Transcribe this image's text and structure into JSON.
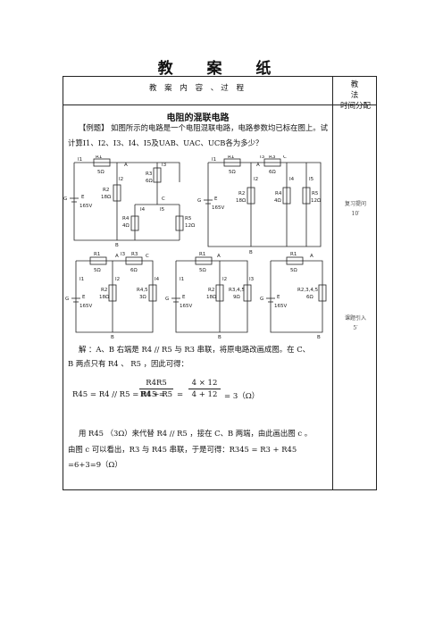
{
  "page_title": "教 案 纸",
  "table": {
    "head_left": "教 案 内 容 、过 程",
    "head_right_l1": "教 法",
    "head_right_l2": "时间分配"
  },
  "section_title": "电阻的混联电路",
  "paragraphs": {
    "p1": "【例题】 如图所示的电路是一个电阻混联电路，电路参数均已标在图上。试计算I1、I2、I3、I4、I5及UAB、UAC、UCB各为多少？",
    "p2": "解 ：A、B 右端是 R4 // R5 与 R3 串联，将原电路改画成图。在 C、",
    "p3": "B 两点只有 R4 、 R5 ，因此可得：",
    "p4": "用 R45 （3Ω）来代替 R4 // R5 ，接在 C、B 两端，由此画出图 c 。",
    "p5": "由图 c 可以看出，R3 与 R45 串联，于是可得：R345 = R3 + R45 =6+3=9（Ω）"
  },
  "formula": {
    "lhs": "R45 = R4 // R5 = R45 =",
    "frac1_num": "R4R5",
    "frac1_den": "R4 + R5",
    "eq": "=",
    "frac2_num": "4 × 12",
    "frac2_den": "4 + 12",
    "rhs": "= 3（Ω）"
  },
  "side_notes": {
    "n1_l1": "复习提问",
    "n1_l2": "10′",
    "n2_l1": "课题引入",
    "n2_l2": "5′"
  },
  "circuit_labels": {
    "c1": {
      "i1": "I1",
      "r1": "R1",
      "r1v": "5Ω",
      "a": "A",
      "i2": "I2",
      "r2": "R2",
      "r2v": "18Ω",
      "r3": "R3",
      "r3v": "6Ω",
      "i3": "I3",
      "r4": "R4",
      "r4v": "4Ω",
      "i4": "I4",
      "r5": "R5",
      "r5v": "12Ω",
      "i5": "I5",
      "g": "G",
      "e": "E",
      "ev": "165V",
      "b": "B",
      "c": "C"
    },
    "c2": {
      "i1": "I1",
      "r1": "R1",
      "r1v": "5Ω",
      "a": "A",
      "i3": "I3",
      "r3": "R3",
      "r3v": "6Ω",
      "c": "C",
      "i2": "I2",
      "r2": "R2",
      "r2v": "18Ω",
      "i4": "I4",
      "r4": "R4",
      "r4v": "4Ω",
      "i5": "I5",
      "r5": "R5",
      "r5v": "12Ω",
      "g": "G",
      "e": "E",
      "ev": "165V",
      "b": "B"
    },
    "c3": {
      "r1": "R1",
      "r1v": "5Ω",
      "a": "A",
      "i3": "I3",
      "r3": "R3",
      "r3v": "6Ω",
      "c": "C",
      "i1": "I1",
      "i2": "I2",
      "r2": "R2",
      "r2v": "18Ω",
      "r45": "R4,5",
      "r45v": "3Ω",
      "i4": "I4",
      "g": "G",
      "e": "E",
      "ev": "165V",
      "b": "B"
    },
    "c4": {
      "r1": "R1",
      "r1v": "5Ω",
      "a": "A",
      "i1": "I1",
      "i2": "I2",
      "r2": "R2",
      "r2v": "18Ω",
      "i3": "I3",
      "r345": "R3,4,5",
      "r345v": "9Ω",
      "g": "G",
      "e": "E",
      "ev": "165V",
      "b": "B"
    },
    "c5": {
      "r1": "R1",
      "r1v": "5Ω",
      "a": "A",
      "r2345": "R2,3,4,5",
      "r2345v": "6Ω",
      "g": "G",
      "e": "E",
      "ev": "165V",
      "b": "B"
    }
  }
}
